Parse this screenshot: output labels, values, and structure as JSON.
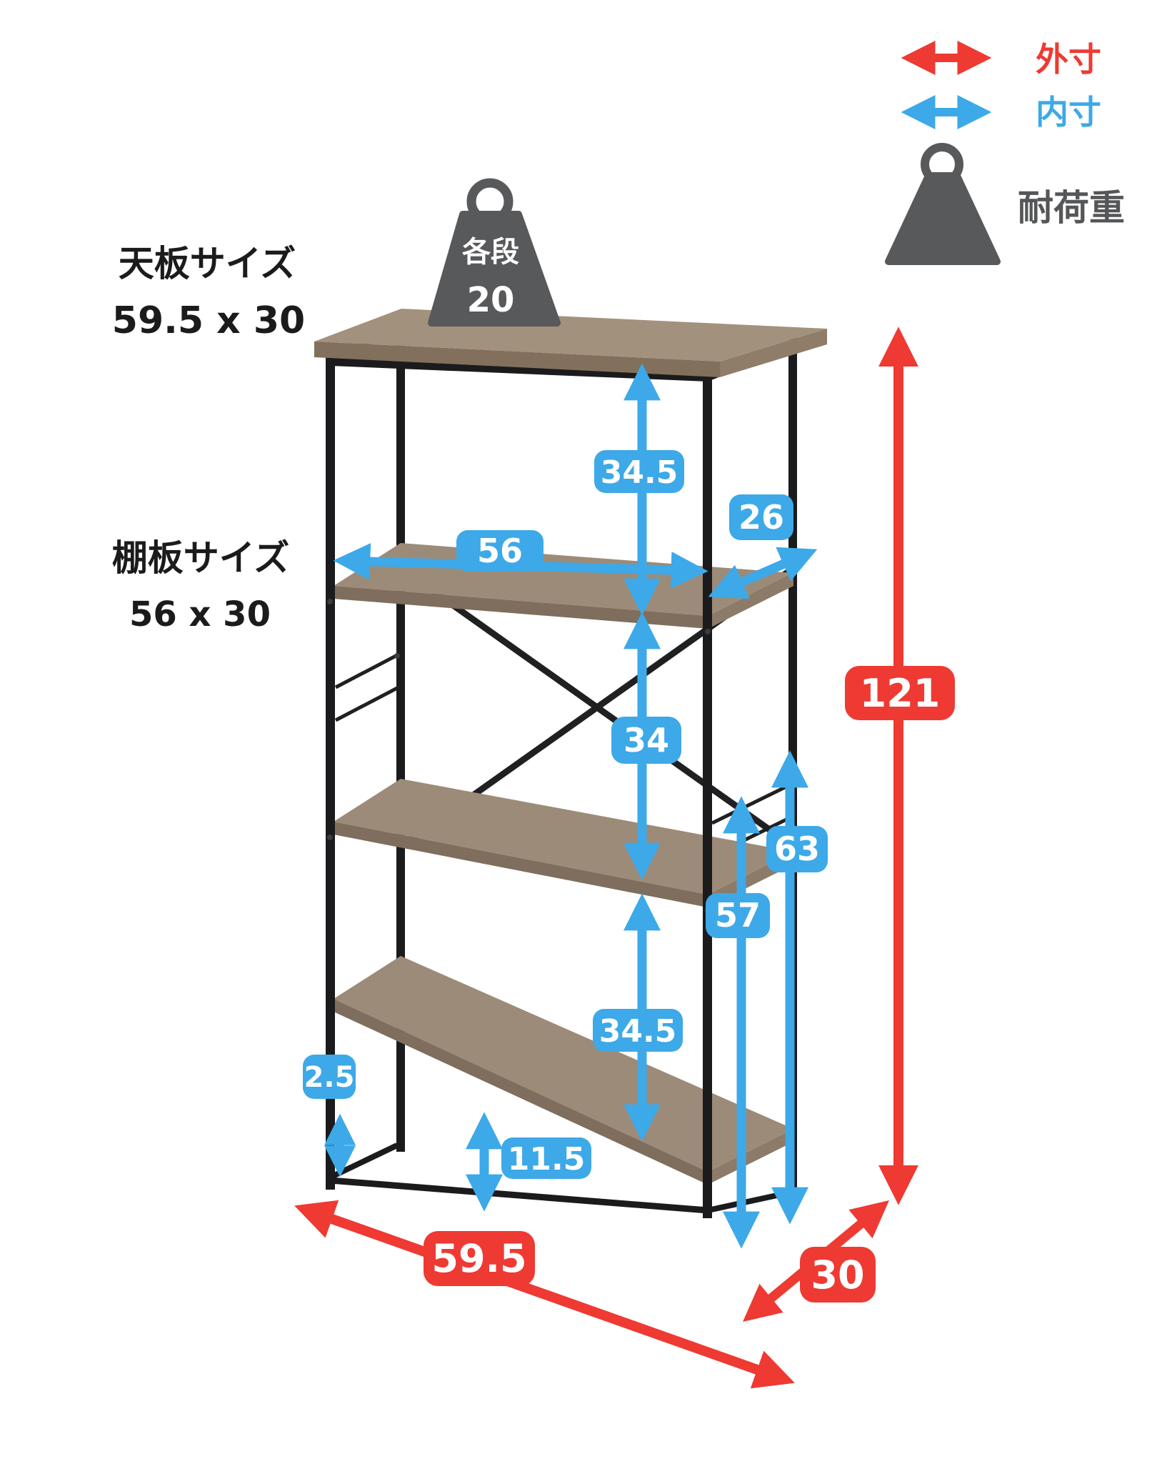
{
  "legend": {
    "outer": {
      "label": "外寸"
    },
    "inner": {
      "label": "内寸"
    },
    "load": {
      "label": "耐荷重"
    }
  },
  "product_labels": {
    "top_panel_title": "天板サイズ",
    "top_panel_size": "59.5 x 30",
    "shelf_title": "棚板サイズ",
    "shelf_size": "56 x 30"
  },
  "load_badge": {
    "line1": "各段",
    "line2": "20"
  },
  "dims": {
    "inner_gap_top": "34.5",
    "inner_depth": "26",
    "inner_width": "56",
    "inner_gap_middle": "34",
    "right_height_back": "63",
    "right_height_front": "57",
    "inner_gap_bottom": "34.5",
    "bottom_clearance": "2.5",
    "bottom_shelf_height": "11.5",
    "outer_height": "121",
    "outer_width": "59.5",
    "outer_depth": "30"
  },
  "colors": {
    "outer_dimension": "#ee3a32",
    "inner_dimension": "#3da9e8",
    "frame": "#1b1b1d",
    "wood_top": "#a2917d",
    "wood_front": "#826f5c",
    "weight_icon": "#58595b"
  }
}
